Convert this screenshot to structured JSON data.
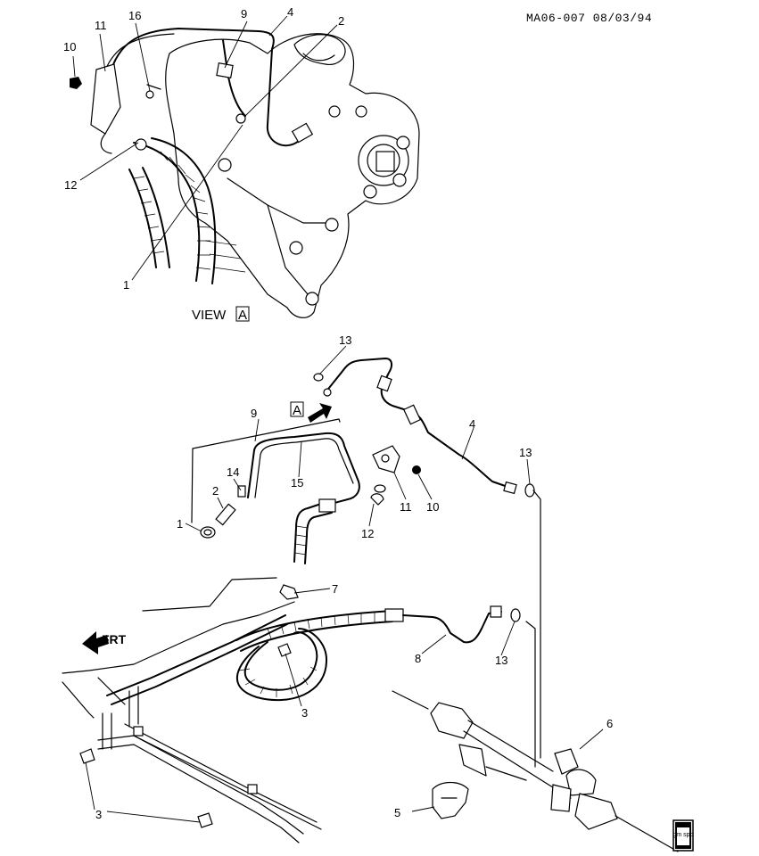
{
  "header": {
    "code": "MA06-007  08/03/94"
  },
  "view": {
    "text": "VIEW",
    "letter": "A"
  },
  "arrow_a": {
    "letter": "A"
  },
  "frt": {
    "text": "FRT"
  },
  "logo": {
    "text": "gm spo"
  },
  "top_callouts": [
    {
      "id": "t10",
      "label": "10"
    },
    {
      "id": "t11",
      "label": "11"
    },
    {
      "id": "t16",
      "label": "16"
    },
    {
      "id": "t9",
      "label": "9"
    },
    {
      "id": "t4",
      "label": "4"
    },
    {
      "id": "t2",
      "label": "2"
    },
    {
      "id": "t12",
      "label": "12"
    },
    {
      "id": "t1",
      "label": "1"
    }
  ],
  "bottom_callouts": [
    {
      "id": "b13a",
      "label": "13"
    },
    {
      "id": "b9",
      "label": "9"
    },
    {
      "id": "b14",
      "label": "14"
    },
    {
      "id": "b15",
      "label": "15"
    },
    {
      "id": "b2",
      "label": "2"
    },
    {
      "id": "b1",
      "label": "1"
    },
    {
      "id": "b4",
      "label": "4"
    },
    {
      "id": "b13b",
      "label": "13"
    },
    {
      "id": "b11",
      "label": "11"
    },
    {
      "id": "b10",
      "label": "10"
    },
    {
      "id": "b12",
      "label": "12"
    },
    {
      "id": "b7",
      "label": "7"
    },
    {
      "id": "b8",
      "label": "8"
    },
    {
      "id": "b13c",
      "label": "13"
    },
    {
      "id": "b3a",
      "label": "3"
    },
    {
      "id": "b6",
      "label": "6"
    },
    {
      "id": "b3b",
      "label": "3"
    },
    {
      "id": "b5",
      "label": "5"
    }
  ]
}
